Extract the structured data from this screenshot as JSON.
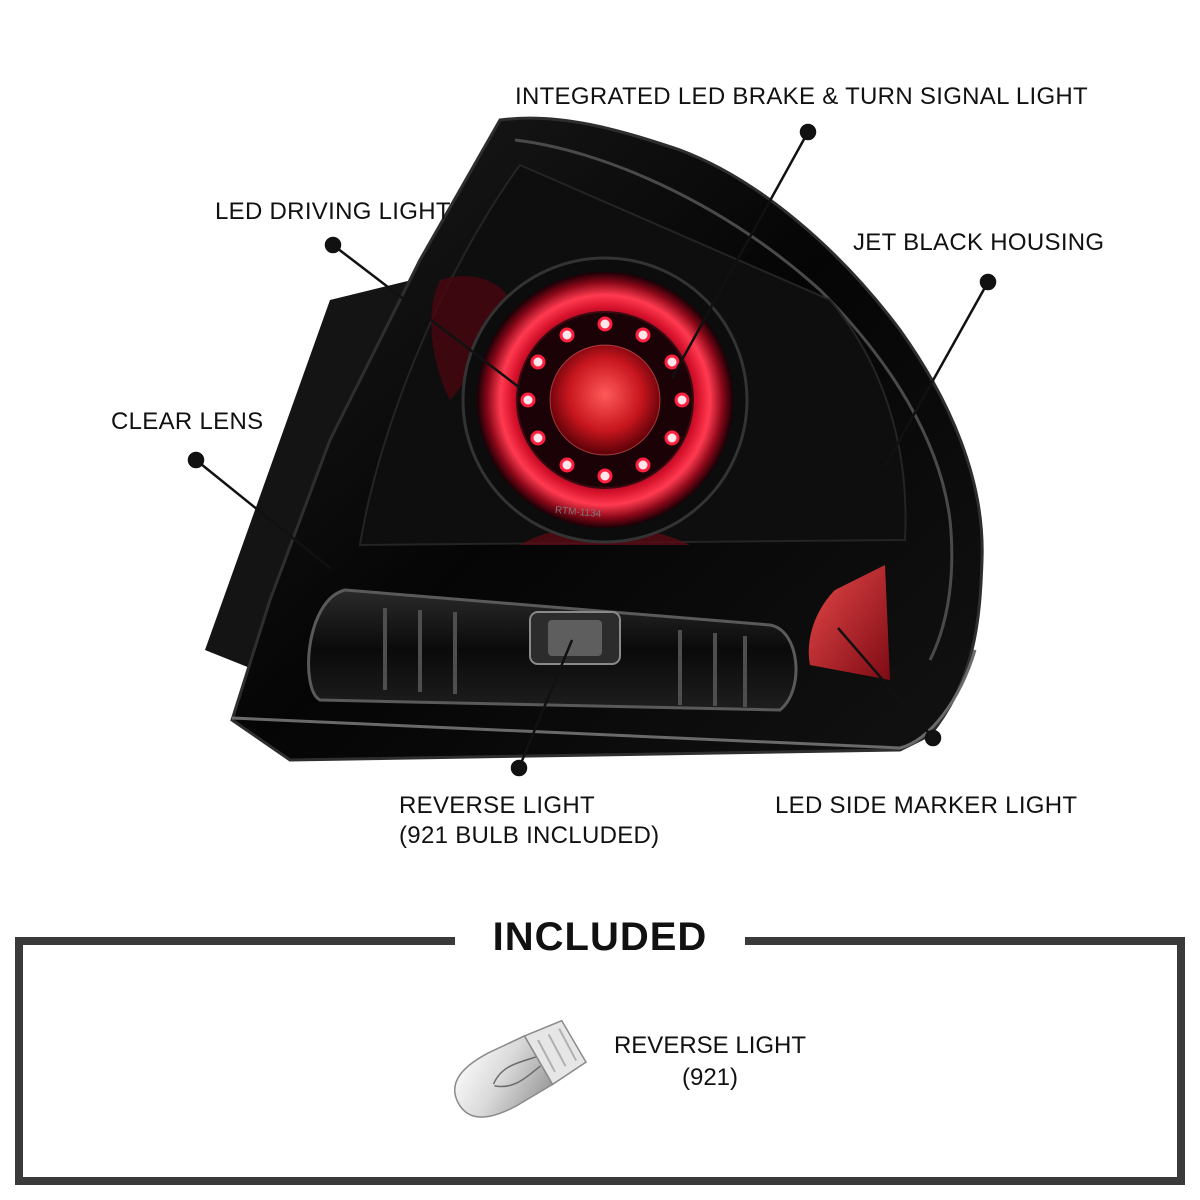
{
  "callouts": {
    "brake_turn": "INTEGRATED LED BRAKE & TURN SIGNAL LIGHT",
    "driving": "LED DRIVING LIGHT",
    "housing": "JET BLACK HOUSING",
    "clear_lens": "CLEAR LENS",
    "reverse_line1": "REVERSE LIGHT",
    "reverse_line2": "(921 BULB INCLUDED)",
    "side_marker": "LED SIDE MARKER LIGHT"
  },
  "included": {
    "title": "INCLUDED",
    "bulb_line1": "REVERSE LIGHT",
    "bulb_line2": "(921)"
  },
  "lens_marking": "RTM-1134",
  "colors": {
    "housing": "#0b0b0b",
    "led_red": "#e0102a",
    "frame": "#3a3a3a"
  }
}
